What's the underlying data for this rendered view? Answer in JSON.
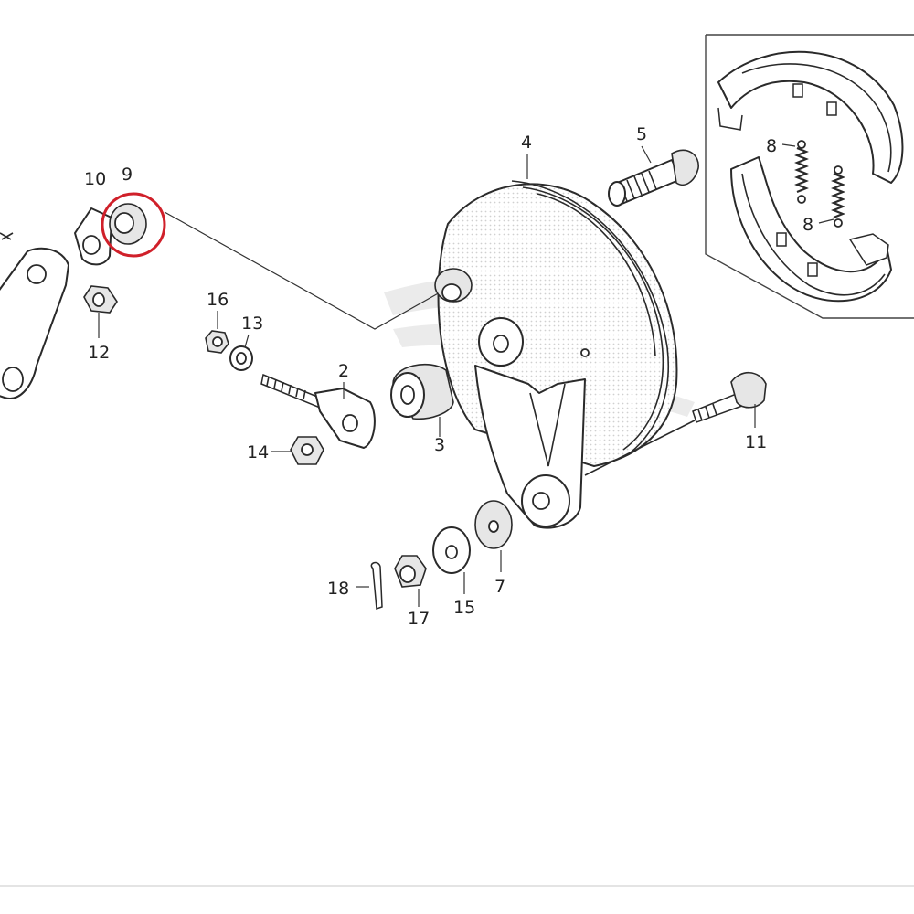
{
  "diagram": {
    "colors": {
      "ink": "#2a2a2a",
      "highlight_ring": "#d0202a",
      "watermark": "#d6d6d6",
      "background": "#ffffff"
    },
    "highlighted_part": "9",
    "callouts": {
      "p2": "2",
      "p3": "3",
      "p4": "4",
      "p5": "5",
      "p7": "7",
      "p8a": "8",
      "p8b": "8",
      "p9": "9",
      "p10": "10",
      "p11": "11",
      "p12": "12",
      "p13": "13",
      "p14": "14",
      "p15": "15",
      "p16": "16",
      "p17": "17",
      "p18": "18"
    }
  }
}
